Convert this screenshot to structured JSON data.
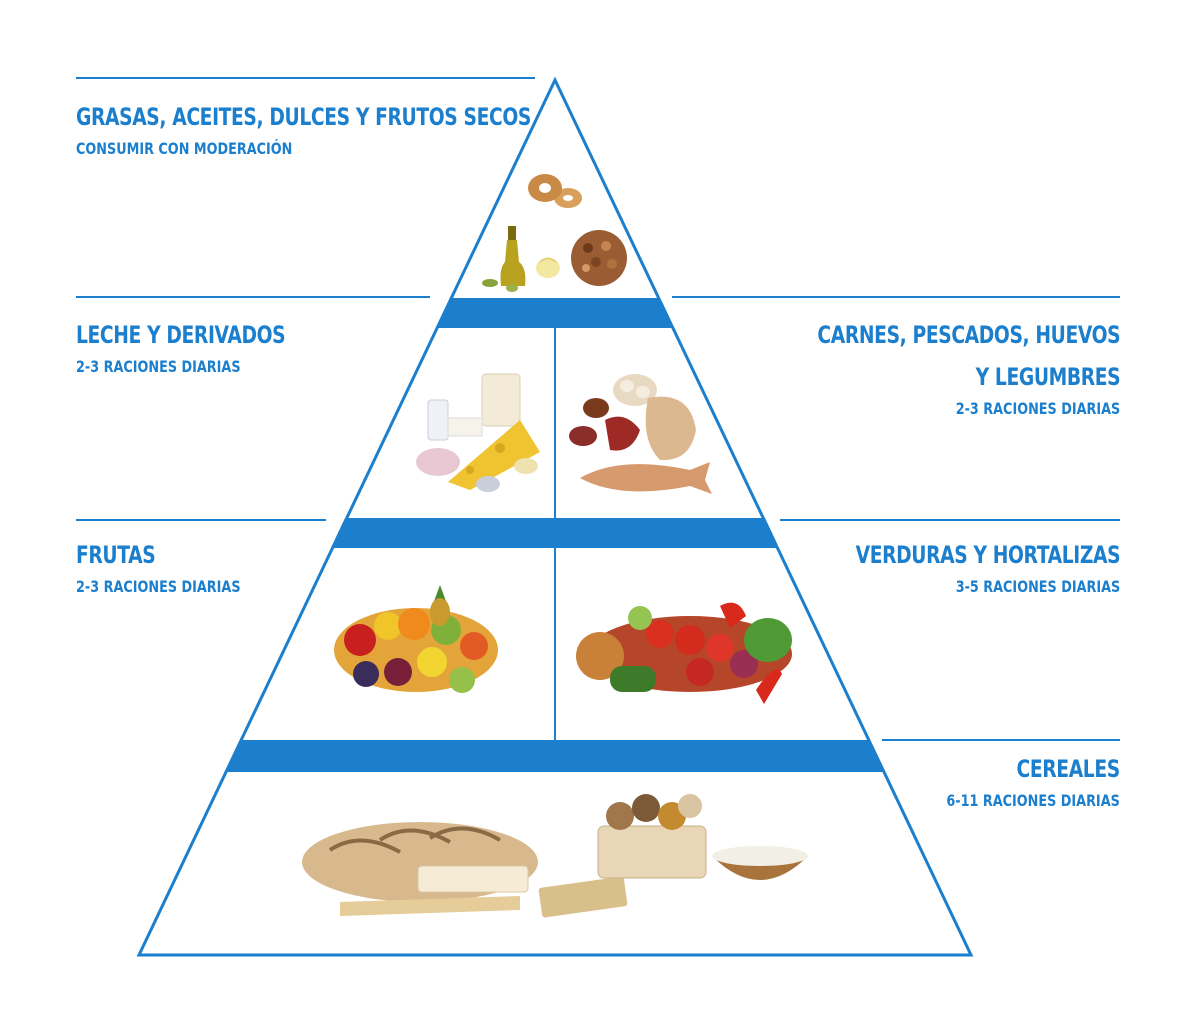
{
  "tiers": [
    {
      "id": "grasas",
      "title": "GRASAS, ACEITES, DULCES Y FRUTOS SECOS",
      "subtitle": "CONSUMIR CON MODERACIÓN"
    },
    {
      "id": "leche",
      "title": "LECHE Y DERIVADOS",
      "subtitle": "2-3 RACIONES DIARIAS"
    },
    {
      "id": "carnes",
      "title_line1": "CARNES, PESCADOS, HUEVOS",
      "title_line2": "Y LEGUMBRES",
      "subtitle": "2-3 RACIONES DIARIAS"
    },
    {
      "id": "frutas",
      "title": "FRUTAS",
      "subtitle": "2-3 RACIONES DIARIAS"
    },
    {
      "id": "verduras",
      "title": "VERDURAS Y HORTALIZAS",
      "subtitle": "3-5 RACIONES DIARIAS"
    },
    {
      "id": "cereales",
      "title": "CEREALES",
      "subtitle": "6-11 RACIONES DIARIAS"
    }
  ],
  "accent_color": "#1b7fce",
  "illustrations": [
    "donuts-icon",
    "olive-oil-icon",
    "butter-icon",
    "nuts-icon",
    "dairy-icon",
    "meat-fish-eggs-icon",
    "fruits-icon",
    "vegetables-icon",
    "bread-cereal-icon"
  ]
}
